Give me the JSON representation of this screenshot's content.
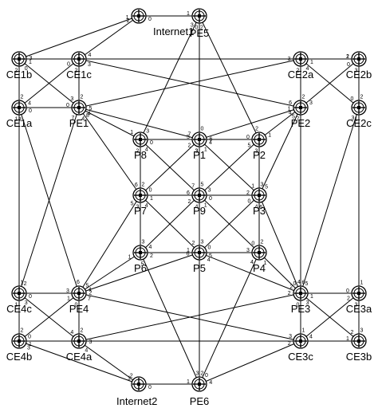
{
  "diagram": {
    "nodes": [
      {
        "id": "Internet1",
        "label": "Internet1"
      },
      {
        "id": "PE5",
        "label": "PE5"
      },
      {
        "id": "CE1b",
        "label": "CE1b"
      },
      {
        "id": "CE1c",
        "label": "CE1c"
      },
      {
        "id": "CE2a",
        "label": "CE2a"
      },
      {
        "id": "CE2b",
        "label": "CE2b"
      },
      {
        "id": "CE1a",
        "label": "CE1a"
      },
      {
        "id": "PE1",
        "label": "PE1"
      },
      {
        "id": "PE2",
        "label": "PE2"
      },
      {
        "id": "CE2c",
        "label": "CE2c"
      },
      {
        "id": "P8",
        "label": "P8"
      },
      {
        "id": "P1",
        "label": "P1"
      },
      {
        "id": "P2",
        "label": "P2"
      },
      {
        "id": "P7",
        "label": "P7"
      },
      {
        "id": "P9",
        "label": "P9"
      },
      {
        "id": "P3",
        "label": "P3"
      },
      {
        "id": "P6",
        "label": "P6"
      },
      {
        "id": "P5",
        "label": "P5"
      },
      {
        "id": "P4",
        "label": "P4"
      },
      {
        "id": "CE4c",
        "label": "CE4c"
      },
      {
        "id": "PE4",
        "label": "PE4"
      },
      {
        "id": "PE3",
        "label": "PE3"
      },
      {
        "id": "CE3a",
        "label": "CE3a"
      },
      {
        "id": "CE4b",
        "label": "CE4b"
      },
      {
        "id": "CE4a",
        "label": "CE4a"
      },
      {
        "id": "CE3c",
        "label": "CE3c"
      },
      {
        "id": "CE3b",
        "label": "CE3b"
      },
      {
        "id": "Internet2",
        "label": "Internet2"
      },
      {
        "id": "PE6",
        "label": "PE6"
      }
    ],
    "links": [
      {
        "a": "Internet1",
        "b": "PE5",
        "ap": "0",
        "bp": "1"
      },
      {
        "a": "Internet1",
        "b": "CE1b",
        "ap": "1",
        "bp": "3"
      },
      {
        "a": "Internet1",
        "b": "CE1c",
        "ap": "2",
        "bp": "4"
      },
      {
        "a": "CE1b",
        "b": "CE2b",
        "ap": "1",
        "bp": "1"
      },
      {
        "a": "CE1b",
        "b": "CE1a",
        "ap": "2",
        "bp": "2"
      },
      {
        "a": "CE1b",
        "b": "PE1",
        "ap": "0",
        "bp": "3"
      },
      {
        "a": "CE1c",
        "b": "CE1a",
        "ap": "0",
        "bp": "4"
      },
      {
        "a": "CE1c",
        "b": "PE1",
        "ap": "2",
        "bp": "2"
      },
      {
        "a": "CE1c",
        "b": "PE2",
        "ap": "3",
        "bp": "6"
      },
      {
        "a": "CE2a",
        "b": "CE2b",
        "ap": "1",
        "bp": "2"
      },
      {
        "a": "CE2a",
        "b": "PE1",
        "ap": "3",
        "bp": "5"
      },
      {
        "a": "CE2a",
        "b": "PE2",
        "ap": "2",
        "bp": "2"
      },
      {
        "a": "CE2a",
        "b": "CE2c",
        "ap": "4",
        "bp": "0"
      },
      {
        "a": "CE2b",
        "b": "PE2",
        "ap": "0",
        "bp": "3"
      },
      {
        "a": "CE2b",
        "b": "CE2c",
        "ap": "3",
        "bp": "2"
      },
      {
        "a": "CE1a",
        "b": "PE1",
        "ap": "0",
        "bp": "0"
      },
      {
        "a": "CE1a",
        "b": "CE4c",
        "ap": "1",
        "bp": "1"
      },
      {
        "a": "CE1a",
        "b": "PE4",
        "ap": "3",
        "bp": "6"
      },
      {
        "a": "PE1",
        "b": "P8",
        "ap": "8",
        "bp": "1"
      },
      {
        "a": "PE1",
        "b": "P1",
        "ap": "4",
        "bp": "7"
      },
      {
        "a": "PE1",
        "b": "P7",
        "ap": "4",
        "bp": "6"
      },
      {
        "a": "PE1",
        "b": "CE4c",
        "ap": "7",
        "bp": "2"
      },
      {
        "a": "PE2",
        "b": "P2",
        "ap": "4",
        "bp": "1"
      },
      {
        "a": "PE2",
        "b": "P1",
        "ap": "1",
        "bp": "6"
      },
      {
        "a": "PE2",
        "b": "P3",
        "ap": "5",
        "bp": "5"
      },
      {
        "a": "PE2",
        "b": "PE3",
        "ap": "7",
        "bp": "6"
      },
      {
        "a": "CE2c",
        "b": "PE3",
        "ap": "3",
        "bp": "5"
      },
      {
        "a": "CE2c",
        "b": "CE3a",
        "ap": "1",
        "bp": "1"
      },
      {
        "a": "PE5",
        "b": "P8",
        "ap": "3",
        "bp": "3"
      },
      {
        "a": "PE5",
        "b": "P1",
        "ap": "0",
        "bp": "0"
      },
      {
        "a": "PE5",
        "b": "P2",
        "ap": "2",
        "bp": "2"
      },
      {
        "a": "P8",
        "b": "P1",
        "ap": "0",
        "bp": "5"
      },
      {
        "a": "P8",
        "b": "P7",
        "ap": "2",
        "bp": "2"
      },
      {
        "a": "P8",
        "b": "P9",
        "ap": "4",
        "bp": "7"
      },
      {
        "a": "P1",
        "b": "P2",
        "ap": "4",
        "bp": "0"
      },
      {
        "a": "P1",
        "b": "P9",
        "ap": "3",
        "bp": "5"
      },
      {
        "a": "P1",
        "b": "P7",
        "ap": "2",
        "bp": "0"
      },
      {
        "a": "P1",
        "b": "P3",
        "ap": "1",
        "bp": "1"
      },
      {
        "a": "P1",
        "b": "PE6",
        "ap": "3",
        "bp": "2"
      },
      {
        "a": "P2",
        "b": "P3",
        "ap": "3",
        "bp": "3"
      },
      {
        "a": "P2",
        "b": "P9",
        "ap": "5",
        "bp": "3"
      },
      {
        "a": "P7",
        "b": "P9",
        "ap": "1",
        "bp": "6"
      },
      {
        "a": "P7",
        "b": "P6",
        "ap": "3",
        "bp": "3"
      },
      {
        "a": "P7",
        "b": "P5",
        "ap": "4",
        "bp": "2"
      },
      {
        "a": "P7",
        "b": "PE4",
        "ap": "5",
        "bp": "5"
      },
      {
        "a": "P9",
        "b": "P3",
        "ap": "0",
        "bp": "2"
      },
      {
        "a": "P9",
        "b": "P5",
        "ap": "4",
        "bp": "3"
      },
      {
        "a": "P9",
        "b": "P6",
        "ap": "2",
        "bp": "4"
      },
      {
        "a": "P9",
        "b": "P4",
        "ap": "1",
        "bp": "0"
      },
      {
        "a": "P3",
        "b": "P4",
        "ap": "4",
        "bp": "2"
      },
      {
        "a": "P3",
        "b": "PE3",
        "ap": "6",
        "bp": "4"
      },
      {
        "a": "P3",
        "b": "P5",
        "ap": "0",
        "bp": "0"
      },
      {
        "a": "P6",
        "b": "P5",
        "ap": "2",
        "bp": "1"
      },
      {
        "a": "P6",
        "b": "PE4",
        "ap": "1",
        "bp": "4"
      },
      {
        "a": "P6",
        "b": "PE6",
        "ap": "5",
        "bp": "3"
      },
      {
        "a": "P5",
        "b": "P4",
        "ap": "5",
        "bp": "3"
      },
      {
        "a": "P5",
        "b": "PE4",
        "ap": "6",
        "bp": "2"
      },
      {
        "a": "P5",
        "b": "PE3",
        "ap": "4",
        "bp": "2"
      },
      {
        "a": "P4",
        "b": "PE3",
        "ap": "1",
        "bp": "0"
      },
      {
        "a": "P4",
        "b": "PE6",
        "ap": "4",
        "bp": "0"
      },
      {
        "a": "CE4c",
        "b": "PE4",
        "ap": "0",
        "bp": "3"
      },
      {
        "a": "CE4c",
        "b": "CE4b",
        "ap": "1",
        "bp": "2"
      },
      {
        "a": "CE4c",
        "b": "CE4a",
        "ap": "3",
        "bp": "4"
      },
      {
        "a": "PE4",
        "b": "CE4b",
        "ap": "1",
        "bp": "0"
      },
      {
        "a": "PE4",
        "b": "CE4a",
        "ap": "0",
        "bp": "2"
      },
      {
        "a": "PE4",
        "b": "CE3c",
        "ap": "7",
        "bp": "3"
      },
      {
        "a": "PE3",
        "b": "CE3a",
        "ap": "1",
        "bp": "0"
      },
      {
        "a": "PE3",
        "b": "CE3c",
        "ap": "0",
        "bp": "1"
      },
      {
        "a": "PE3",
        "b": "CE3b",
        "ap": "3",
        "bp": "2"
      },
      {
        "a": "PE3",
        "b": "CE4a",
        "ap": "2",
        "bp": "3"
      },
      {
        "a": "CE3a",
        "b": "CE3c",
        "ap": "2",
        "bp": "4"
      },
      {
        "a": "CE3a",
        "b": "CE3b",
        "ap": "3",
        "bp": "3"
      },
      {
        "a": "CE4b",
        "b": "CE3b",
        "ap": "1",
        "bp": "1"
      },
      {
        "a": "CE4b",
        "b": "Internet2",
        "ap": "3",
        "bp": "1"
      },
      {
        "a": "CE4a",
        "b": "Internet2",
        "ap": "4",
        "bp": "2"
      },
      {
        "a": "Internet2",
        "b": "PE6",
        "ap": "0",
        "bp": "1"
      },
      {
        "a": "CE3c",
        "b": "PE6",
        "ap": "2",
        "bp": "4"
      }
    ]
  }
}
